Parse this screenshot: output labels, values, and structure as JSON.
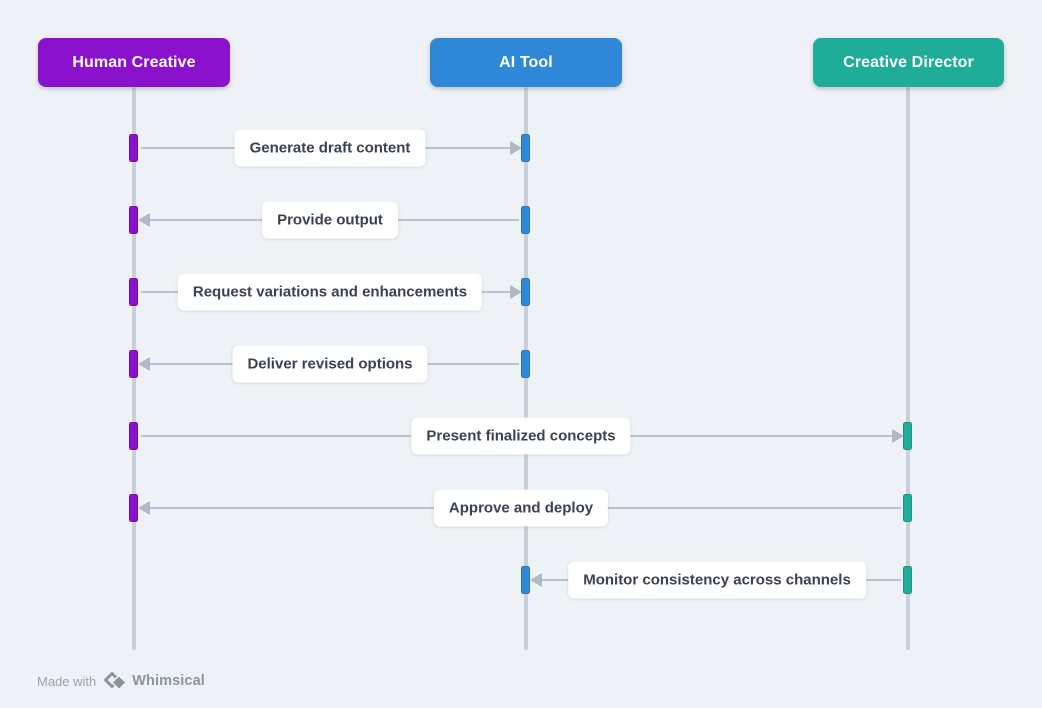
{
  "diagram": {
    "type": "sequence",
    "actors": [
      {
        "label": "Human Creative",
        "color": "#8a12cd"
      },
      {
        "label": "AI Tool",
        "color": "#2f89d8"
      },
      {
        "label": "Creative Director",
        "color": "#1fac99"
      }
    ],
    "messages": [
      {
        "label": "Generate draft content",
        "from": "Human Creative",
        "to": "AI Tool",
        "direction": "right"
      },
      {
        "label": "Provide output",
        "from": "AI Tool",
        "to": "Human Creative",
        "direction": "left"
      },
      {
        "label": "Request variations and enhancements",
        "from": "Human Creative",
        "to": "AI Tool",
        "direction": "right"
      },
      {
        "label": "Deliver revised options",
        "from": "AI Tool",
        "to": "Human Creative",
        "direction": "left"
      },
      {
        "label": "Present finalized concepts",
        "from": "Human Creative",
        "to": "Creative Director",
        "direction": "right"
      },
      {
        "label": "Approve and deploy",
        "from": "Creative Director",
        "to": "Human Creative",
        "direction": "left"
      },
      {
        "label": "Monitor consistency across channels",
        "from": "Creative Director",
        "to": "AI Tool",
        "direction": "left"
      }
    ]
  },
  "colors": {
    "background": "#eef1f5",
    "lifeline": "#c7cfd9",
    "message_line": "#b9c3ce",
    "label_text": "#3b424d",
    "label_background": "#ffffff",
    "footer_text": "#99a2ad",
    "footer_brand": "#8b95a0"
  },
  "footer": {
    "made_with": "Made with",
    "brand": "Whimsical"
  }
}
